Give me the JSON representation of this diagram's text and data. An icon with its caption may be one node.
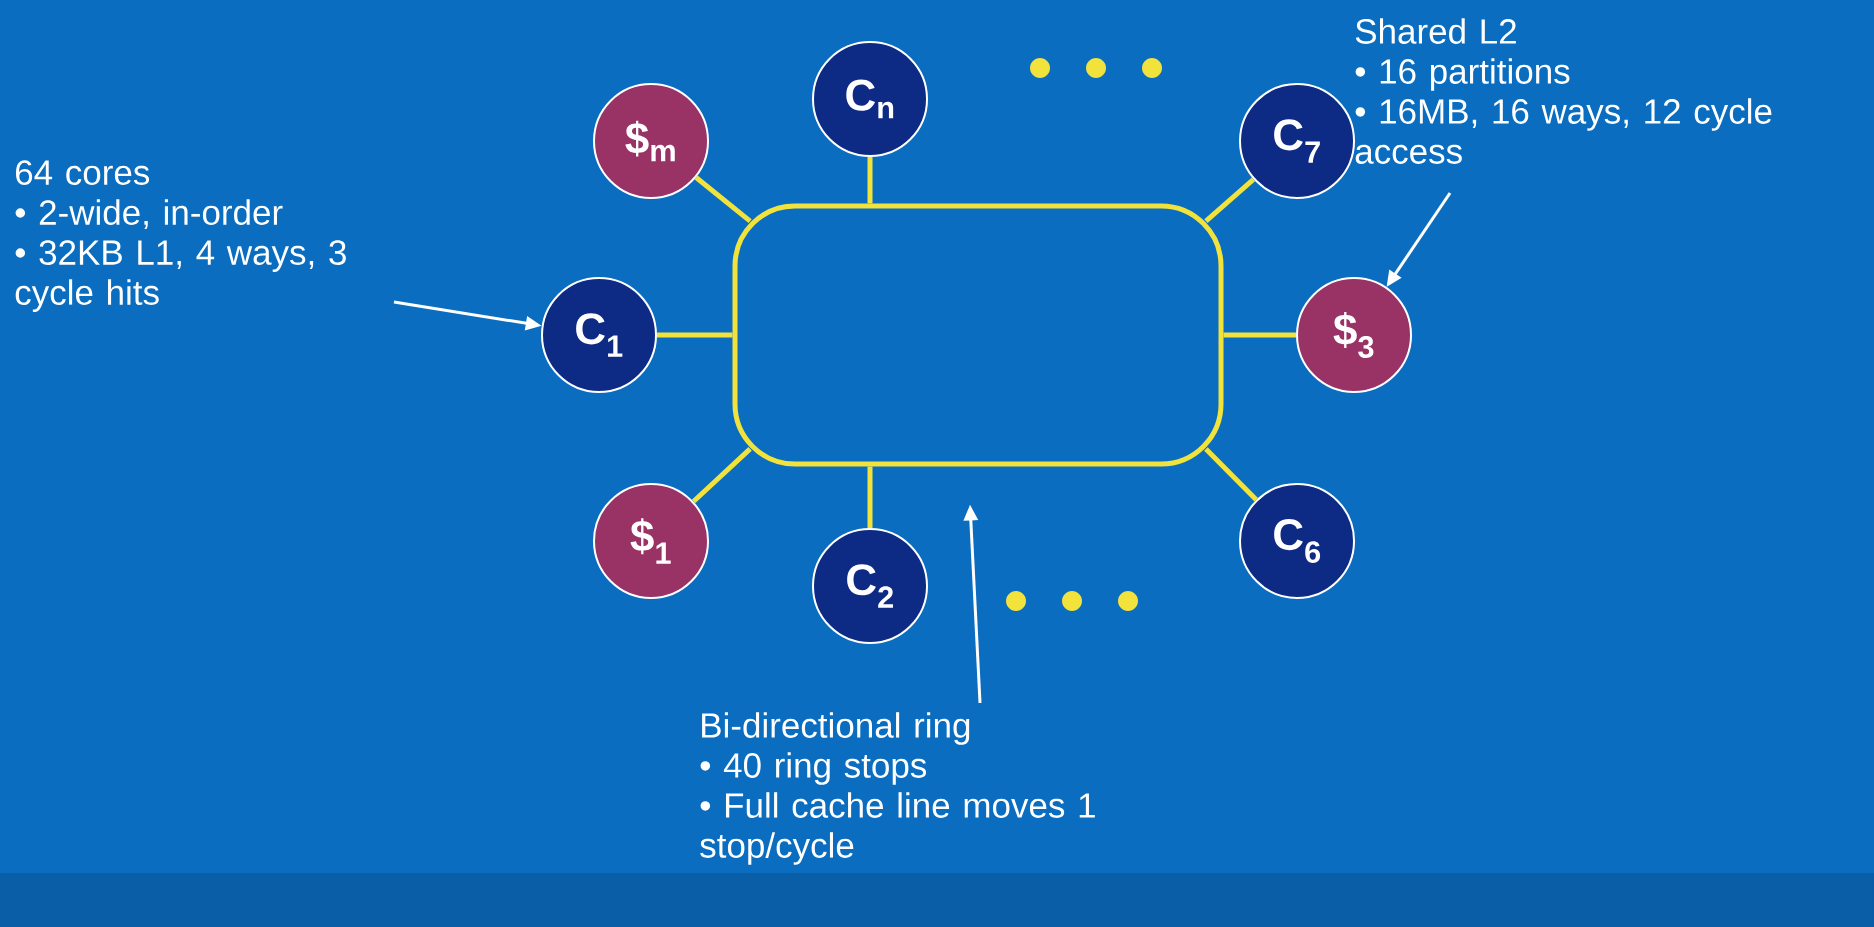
{
  "diagram": {
    "nodes": [
      {
        "text": [],
        "shape": "box"
      },
      {
        "text": [
          "$$_{m}$"
        ]
      },
      {
        "text": [
          "C$_{n}$"
        ]
      },
      {
        "text": [
          "C$_{7}$"
        ]
      },
      {
        "text": [
          "C$_{1}$"
        ]
      },
      {
        "text": [
          "$$_{3}$"
        ]
      },
      {
        "text": [
          "$$_{1}$"
        ]
      },
      {
        "text": [
          "C$_{2}$"
        ]
      },
      {
        "text": [
          "C$_{6}$"
        ]
      },
      {
        "text": [
          "64 cores",
          "• 2-wide, in-order",
          "• 32KB L1, 4 ways, 3 cycle hits"
        ]
      },
      {
        "text": [
          "Shared L2",
          "• 16 partitions",
          "• 16MB, 16 ways, 12 cycle access"
        ]
      },
      {
        "text": [
          "Bi-directional ring",
          "• 40 ring stops",
          "• Full cache line moves 1 stop/cycle"
        ]
      }
    ],
    "edges": [
      {
        "from": 1,
        "to": 0,
        "arrow": "none"
      },
      {
        "from": 2,
        "to": 0,
        "arrow": "none"
      },
      {
        "from": 3,
        "to": 0,
        "arrow": "none"
      },
      {
        "from": 4,
        "to": 0,
        "arrow": "none"
      },
      {
        "from": 5,
        "to": 0,
        "arrow": "none"
      },
      {
        "from": 6,
        "to": 0,
        "arrow": "none"
      },
      {
        "from": 7,
        "to": 0,
        "arrow": "none"
      },
      {
        "from": 8,
        "to": 0,
        "arrow": "none"
      },
      {
        "from": 9,
        "to": 4,
        "arrow": "to",
        "color": "#ffffff"
      },
      {
        "from": 10,
        "to": 5,
        "arrow": "to",
        "color": "#ffffff"
      },
      {
        "from": 11,
        "to": 0,
        "arrow": "to",
        "color": "#ffffff"
      }
    ]
  }
}
